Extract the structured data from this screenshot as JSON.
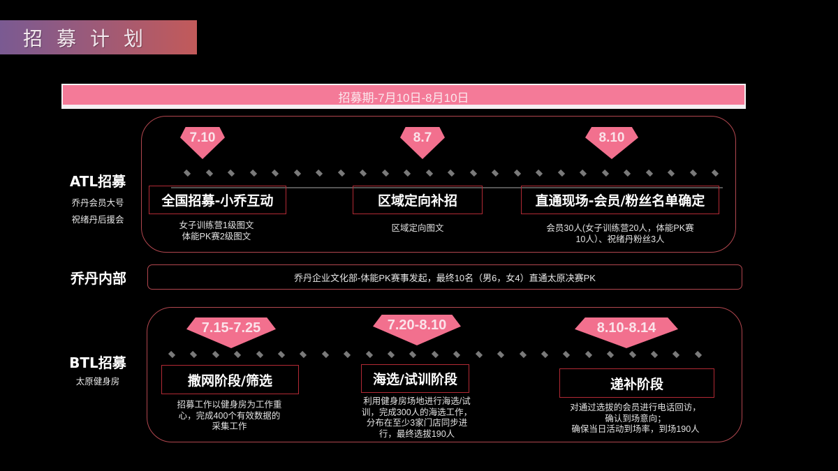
{
  "header": {
    "title": "招募计划",
    "title_gradient": [
      "#7a5a92",
      "#c25a5a"
    ]
  },
  "period_banner": {
    "label": "招募期-7月10日-8月10日",
    "color": "#f47a98"
  },
  "colors": {
    "accent_pink": "#f2708e",
    "panel_border": "#b2474f",
    "stage_border": "#b32a35",
    "dot_gray": "#7a7a7a"
  },
  "atl": {
    "label": "ATL招募",
    "sub_labels": [
      "乔丹会员大号",
      "祝绪丹后援会"
    ],
    "dates": [
      "7.10",
      "8.7",
      "8.10"
    ],
    "stages": [
      {
        "title": "全国招募-小乔互动",
        "desc": [
          "女子训练营1级图文",
          "体能PK赛2级图文"
        ]
      },
      {
        "title": "区域定向补招",
        "desc": [
          "区域定向图文"
        ]
      },
      {
        "title": "直通现场-会员/粉丝名单确定",
        "desc": [
          "会员30人(女子训练营20人，体能PK赛",
          "10人）、祝绪丹粉丝3人"
        ]
      }
    ]
  },
  "internal": {
    "label": "乔丹内部",
    "text": "乔丹企业文化部-体能PK赛事发起，最终10名（男6，女4）直通太原决赛PK"
  },
  "btl": {
    "label": "BTL招募",
    "sub_label": "太原健身房",
    "dates": [
      "7.15-7.25",
      "7.20-8.10",
      "8.10-8.14"
    ],
    "stages": [
      {
        "title": "撒网阶段/筛选",
        "desc": [
          "招募工作以健身房为工作重",
          "心，完成400个有效数据的",
          "采集工作"
        ]
      },
      {
        "title": "海选/试训阶段",
        "desc": [
          "利用健身房场地进行海选/试",
          "训，完成300人的海选工作，",
          "分布在至少3家门店同步进",
          "行，最终选拔190人"
        ]
      },
      {
        "title": "递补阶段",
        "desc": [
          "对通过选拔的会员进行电话回访，",
          "确认到场意向；",
          "确保当日活动到场率，到场190人"
        ]
      }
    ]
  }
}
